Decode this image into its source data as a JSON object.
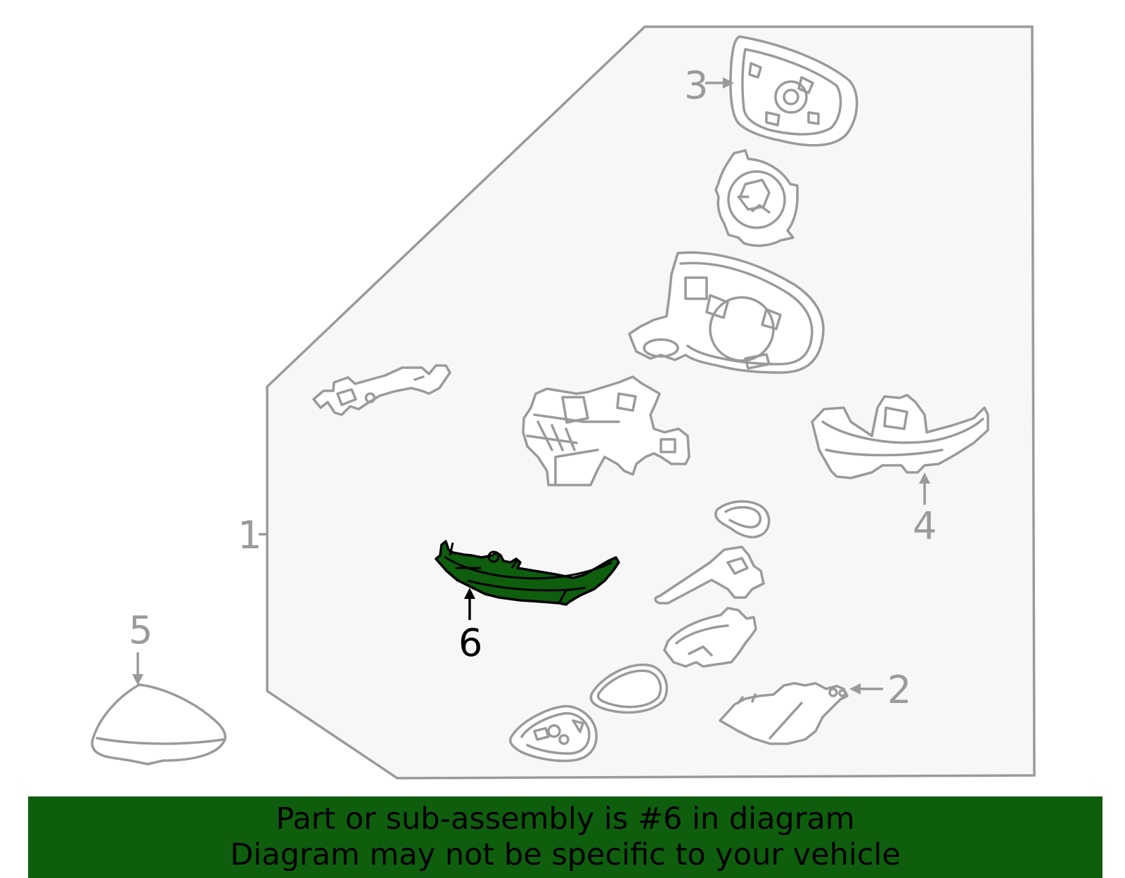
{
  "diagram": {
    "callouts": {
      "c1": "1",
      "c2": "2",
      "c3": "3",
      "c4": "4",
      "c5": "5",
      "c6": "6"
    },
    "colors": {
      "outline": "#9a9a9a",
      "panel_fill": "#f7f7f7",
      "highlight_fill": "#0e5e0e",
      "highlight_stroke": "#000000"
    },
    "highlighted_part": "6"
  },
  "banner": {
    "line1": "Part or sub-assembly is #6 in diagram",
    "line2": "Diagram may not be specific to your vehicle",
    "background": "#0e5e0e"
  }
}
